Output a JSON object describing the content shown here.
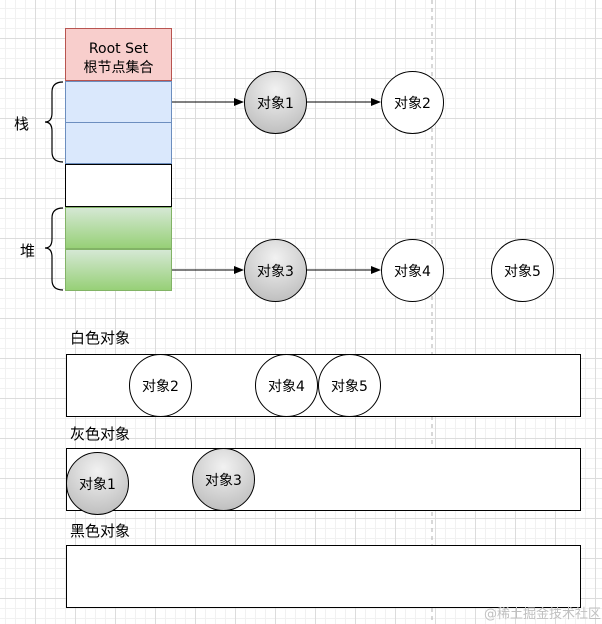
{
  "root_set": {
    "line1": "Root Set",
    "line2": "根节点集合"
  },
  "labels": {
    "stack": "栈",
    "heap": "堆"
  },
  "nodes": {
    "obj1": "对象1",
    "obj2": "对象2",
    "obj3": "对象3",
    "obj4": "对象4",
    "obj5": "对象5"
  },
  "groups": {
    "white": {
      "title": "白色对象",
      "items": [
        "对象2",
        "对象4",
        "对象5"
      ]
    },
    "gray": {
      "title": "灰色对象",
      "items": [
        "对象1",
        "对象3"
      ]
    },
    "black": {
      "title": "黑色对象",
      "items": []
    }
  },
  "watermark": "@稀土掘金技术社区",
  "colors": {
    "root_fill": "#f8cecc",
    "root_stroke": "#b85450",
    "stack_fill": "#dae8fc",
    "stack_stroke": "#6c8ebf",
    "heap_fill": "#97d077",
    "heap_stroke": "#82b366",
    "gray_node": "#c4c4c4"
  }
}
